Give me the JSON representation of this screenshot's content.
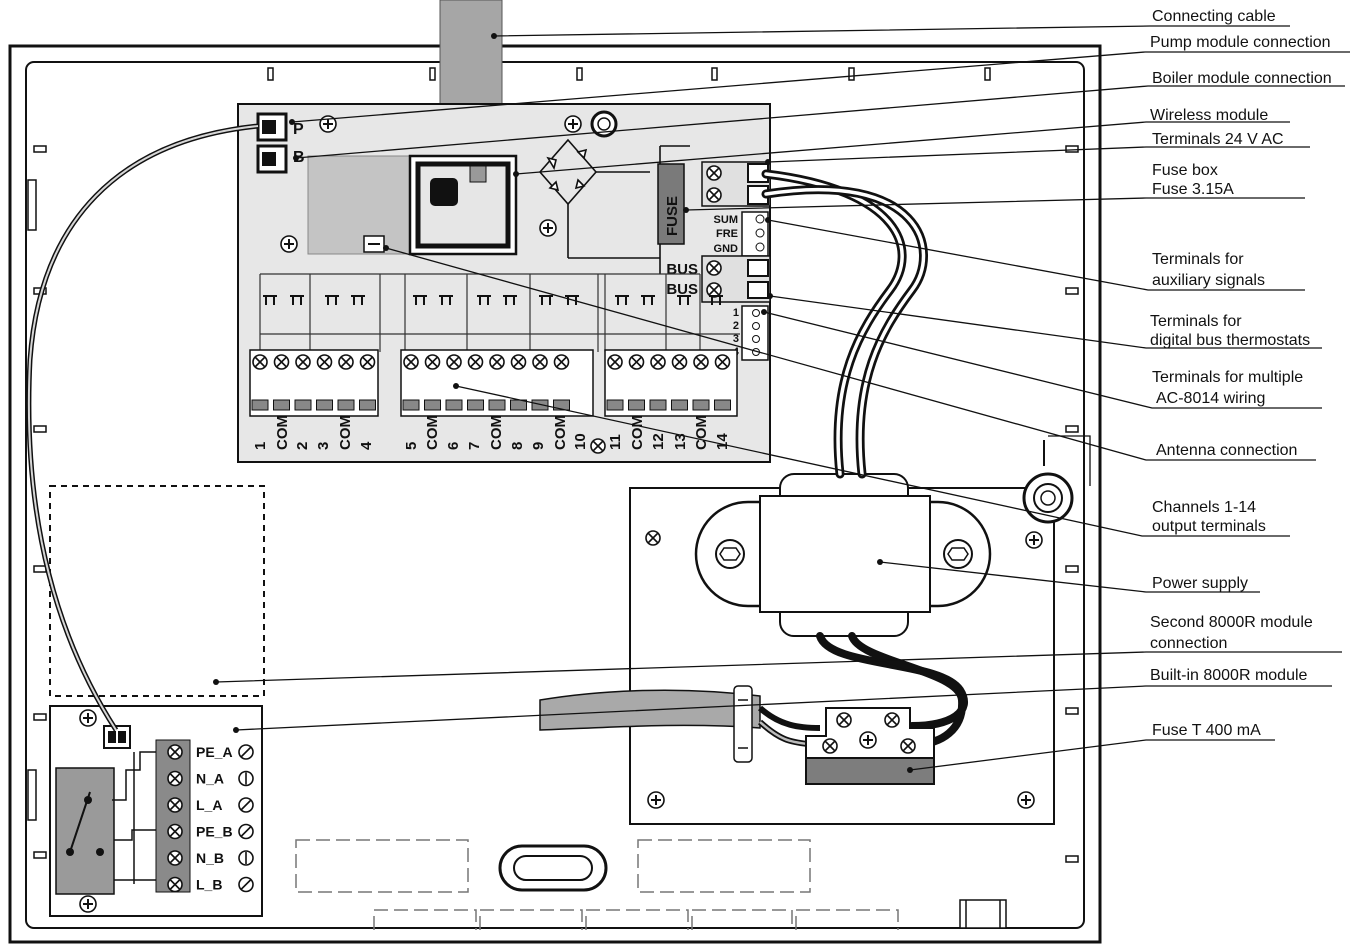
{
  "callouts": [
    {
      "id": "connecting-cable",
      "lines": [
        "Connecting cable"
      ]
    },
    {
      "id": "pump-module-connection",
      "lines": [
        "Pump module connection"
      ]
    },
    {
      "id": "boiler-module-connection",
      "lines": [
        "Boiler module connection"
      ]
    },
    {
      "id": "wireless-module",
      "lines": [
        "Wireless module"
      ]
    },
    {
      "id": "terminals-24v-ac",
      "lines": [
        "Terminals 24 V AC"
      ]
    },
    {
      "id": "fuse-box",
      "lines": [
        "Fuse box",
        "Fuse 3.15A"
      ]
    },
    {
      "id": "terminals-auxiliary-signals",
      "lines": [
        "Terminals for",
        "auxiliary signals"
      ]
    },
    {
      "id": "terminals-digital-bus-thermostats",
      "lines": [
        "Terminals for",
        "digital bus thermostats"
      ]
    },
    {
      "id": "terminals-multiple-ac8014",
      "lines": [
        "Terminals for multiple",
        "AC-8014 wiring"
      ]
    },
    {
      "id": "antenna-connection",
      "lines": [
        "Antenna connection"
      ]
    },
    {
      "id": "channels-output-terminals",
      "lines": [
        "Channels 1-14",
        "output terminals"
      ]
    },
    {
      "id": "power-supply",
      "lines": [
        "Power supply"
      ]
    },
    {
      "id": "second-8000r-module-connection",
      "lines": [
        "Second 8000R module",
        "connection"
      ]
    },
    {
      "id": "built-in-8000r-module",
      "lines": [
        "Built-in 8000R module"
      ]
    },
    {
      "id": "fuse-t-400ma",
      "lines": [
        "Fuse T 400 mA"
      ]
    }
  ],
  "board": {
    "pump_label": "P",
    "boiler_label": "B",
    "fuse_label": "FUSE",
    "aux_labels": [
      "SUM",
      "FRE",
      "GND"
    ],
    "bus_labels": [
      "BUS",
      "BUS"
    ],
    "multi_labels": [
      "1",
      "2",
      "3",
      "4"
    ],
    "channel_labels": [
      "1",
      "COM",
      "2",
      "3",
      "COM",
      "4",
      "5",
      "COM",
      "6",
      "7",
      "COM",
      "8",
      "9",
      "COM",
      "10",
      "11",
      "COM",
      "12",
      "13",
      "COM",
      "14"
    ]
  },
  "mains": {
    "labels": [
      "PE_A",
      "N_A",
      "L_A",
      "PE_B",
      "N_B",
      "L_B"
    ]
  }
}
